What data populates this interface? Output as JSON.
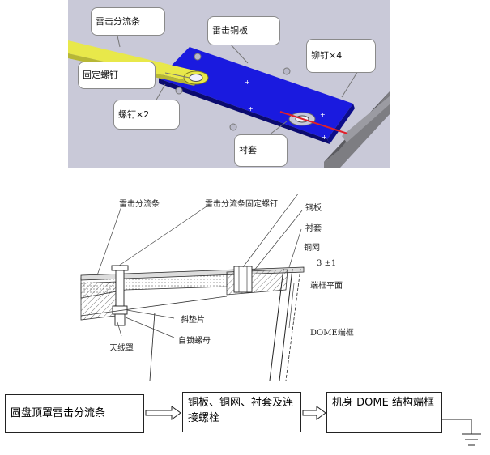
{
  "photo": {
    "callouts": {
      "strip": "雷击分流条",
      "copper_plate": "雷击铜板",
      "rivet": "铆钉×4",
      "fixing_screw": "固定螺钉",
      "screw": "螺钉×2",
      "bushing": "衬套"
    }
  },
  "drawing": {
    "labels": {
      "strip": "雷击分流条",
      "strip_screw": "雷击分流条固定螺钉",
      "copper_plate": "铜板",
      "bushing": "衬套",
      "mesh": "铜网",
      "gap": "3 ±1",
      "frame_plane": "端框平面",
      "washer": "斜垫片",
      "nut": "自锁螺母",
      "radome": "天线罩",
      "dome_frame": "DOME端框"
    }
  },
  "flow": {
    "box1": "圆盘顶罩雷击分流条",
    "box2": "铜板、铜网、衬套及连接螺栓",
    "box3": "机身 DOME 结构端框"
  },
  "colors": {
    "plate": "#1a1adf",
    "strip": "#e8e84a",
    "panel": "#c9c9d8",
    "redline": "#e0202a"
  }
}
